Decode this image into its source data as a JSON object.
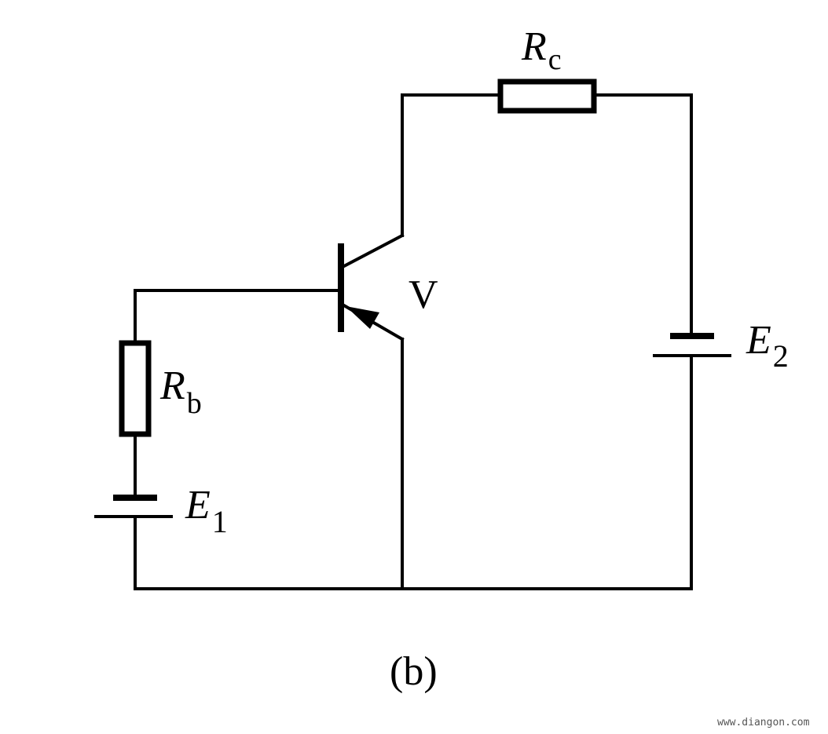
{
  "diagram": {
    "transistor": {
      "label": "V"
    },
    "resistor_collector": {
      "symbol": "R",
      "subscript": "c"
    },
    "resistor_base": {
      "symbol": "R",
      "subscript": "b"
    },
    "battery_base": {
      "symbol": "E",
      "subscript": "1"
    },
    "battery_collector": {
      "symbol": "E",
      "subscript": "2"
    },
    "caption": "(b)",
    "watermark": "www.diangon.com"
  },
  "colors": {
    "stroke": "#000000",
    "background": "#ffffff"
  }
}
